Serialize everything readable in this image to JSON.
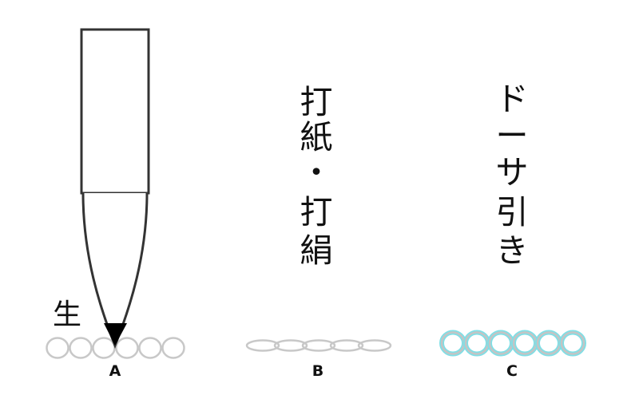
{
  "panels": [
    {
      "id": "A",
      "label": "A",
      "annotation": "生",
      "fiber": "round",
      "fiber_color": "#c8c8c8",
      "fiber_count": 6
    },
    {
      "id": "B",
      "label": "B",
      "vertical_text": [
        "打",
        "紙",
        "・",
        "打",
        "絹"
      ],
      "fiber": "flattened",
      "fiber_color": "#c8c8c8",
      "fiber_count": 5
    },
    {
      "id": "C",
      "label": "C",
      "vertical_text": [
        "ド",
        "ー",
        "サ",
        "引",
        "き"
      ],
      "fiber": "coated",
      "fiber_color": "#c4c4c4",
      "coating_color": "#7fdfe6",
      "fiber_count": 6
    }
  ],
  "icons": {
    "brush": "brush-icon"
  },
  "colors": {
    "outline": "#333333",
    "brush_tip": "#000000"
  }
}
